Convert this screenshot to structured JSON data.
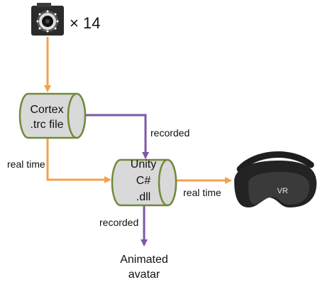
{
  "diagram": {
    "camera": {
      "multiplier": "× 14",
      "icon": "motion-capture-camera-icon"
    },
    "nodes": {
      "cortex": {
        "line1": "Cortex",
        "line2": ".trc file"
      },
      "unity": {
        "line1": "Unity",
        "line2": "C#",
        "line3": ".dll"
      },
      "output": {
        "line1": "Animated",
        "line2": "avatar"
      },
      "headset": {
        "label": "VR",
        "icon": "vr-headset-icon"
      }
    },
    "edges": {
      "cortex_to_unity_recorded": "recorded",
      "cortex_to_unity_realtime": "real time",
      "unity_to_headset": "real time",
      "unity_to_avatar": "recorded"
    },
    "colors": {
      "realtime_arrow": "#f5a04a",
      "recorded_arrow": "#7e57a6",
      "cylinder_fill": "#d9d9d9",
      "cylinder_stroke": "#6f8a3a"
    }
  }
}
